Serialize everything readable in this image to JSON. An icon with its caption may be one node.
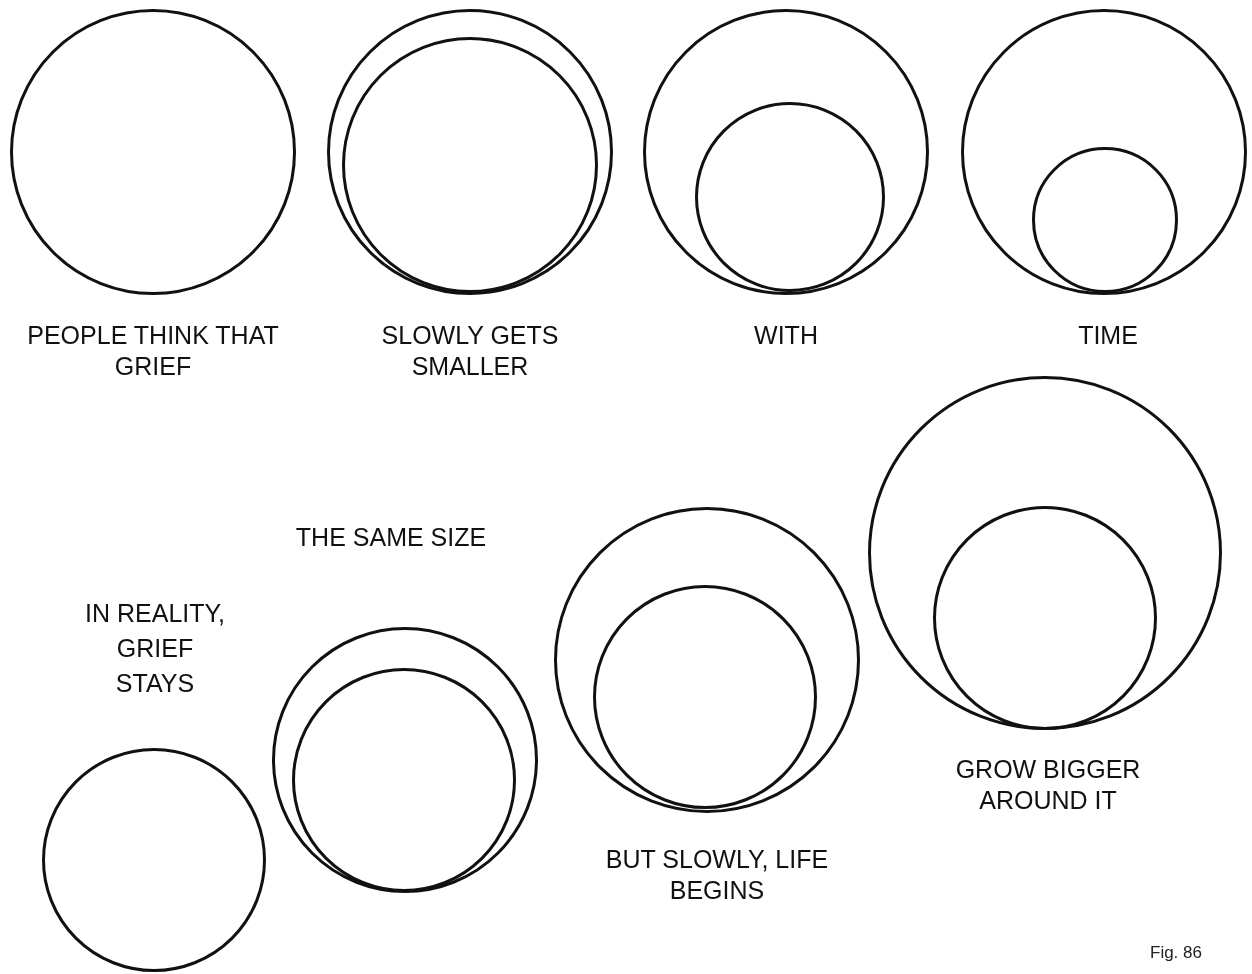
{
  "diagram": {
    "nodes": [
      {
        "text": [],
        "shape": "circle",
        "beside": [
          "PEOPLE THINK THAT GRIEF"
        ]
      },
      {
        "text": [],
        "shape": "circle",
        "beside": [
          "SLOWLY GETS SMALLER"
        ]
      },
      {
        "text": [],
        "shape": "circle",
        "in": 1
      },
      {
        "text": [],
        "shape": "circle",
        "beside": [
          "WITH"
        ]
      },
      {
        "text": [],
        "shape": "circle",
        "in": 3
      },
      {
        "text": [],
        "shape": "circle",
        "beside": [
          "TIME"
        ]
      },
      {
        "text": [],
        "shape": "circle",
        "in": 5
      },
      {
        "text": [],
        "shape": "circle",
        "beside": [
          "IN REALITY, GRIEF STAYS"
        ]
      },
      {
        "text": [],
        "shape": "circle",
        "beside": [
          "THE SAME SIZE"
        ]
      },
      {
        "text": [],
        "shape": "circle",
        "in": 8
      },
      {
        "text": [],
        "shape": "circle",
        "beside": [
          "BUT SLOWLY, LIFE BEGINS"
        ]
      },
      {
        "text": [],
        "shape": "circle",
        "in": 10
      },
      {
        "text": [],
        "shape": "circle",
        "beside": [
          "GROW BIGGER AROUND IT"
        ]
      },
      {
        "text": [],
        "shape": "circle",
        "in": 12
      }
    ],
    "labels": [
      "Fig. 86"
    ]
  }
}
